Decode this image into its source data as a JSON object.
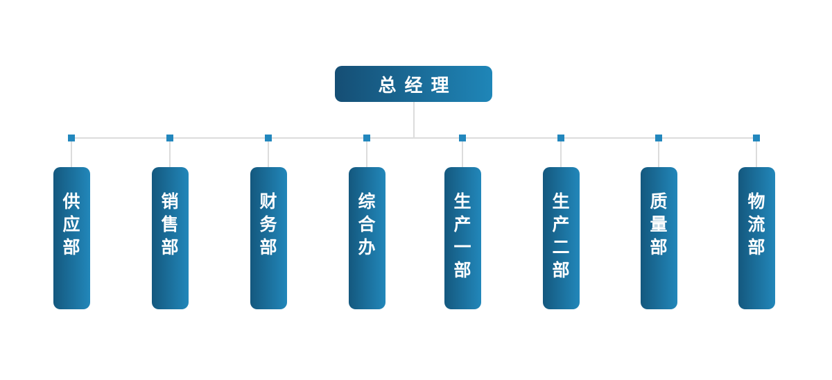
{
  "diagram": {
    "type": "org-chart",
    "root": {
      "label": "总经理"
    },
    "departments": [
      {
        "label": "供应部"
      },
      {
        "label": "销售部"
      },
      {
        "label": "财务部"
      },
      {
        "label": "综合办"
      },
      {
        "label": "生产一部"
      },
      {
        "label": "生产二部"
      },
      {
        "label": "质量部"
      },
      {
        "label": "物流部"
      }
    ],
    "colors": {
      "root_gradient_start": "#154e74",
      "root_gradient_end": "#1f86b8",
      "box_gradient_start": "#14587e",
      "box_gradient_end": "#2287ba",
      "connector_line": "#dcdcdc",
      "connector_node": "#2287bd",
      "text": "#ffffff",
      "background": "#ffffff"
    }
  }
}
